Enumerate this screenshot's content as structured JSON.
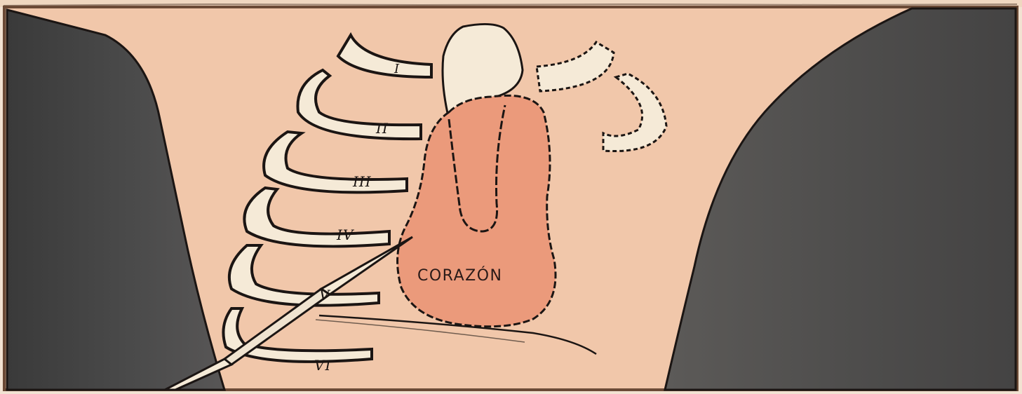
{
  "illustration": {
    "heart_label": "CORAZÓN",
    "rib_labels": [
      "I",
      "II",
      "III",
      "IV",
      "V",
      "VI"
    ],
    "colors": {
      "background": "#f1c7aa",
      "frame": "#6b4a36",
      "dark_tissue": "#4a4a4a",
      "bone": "#f5ead7",
      "heart": "#eb9a7b",
      "ink": "#1b1513"
    }
  }
}
